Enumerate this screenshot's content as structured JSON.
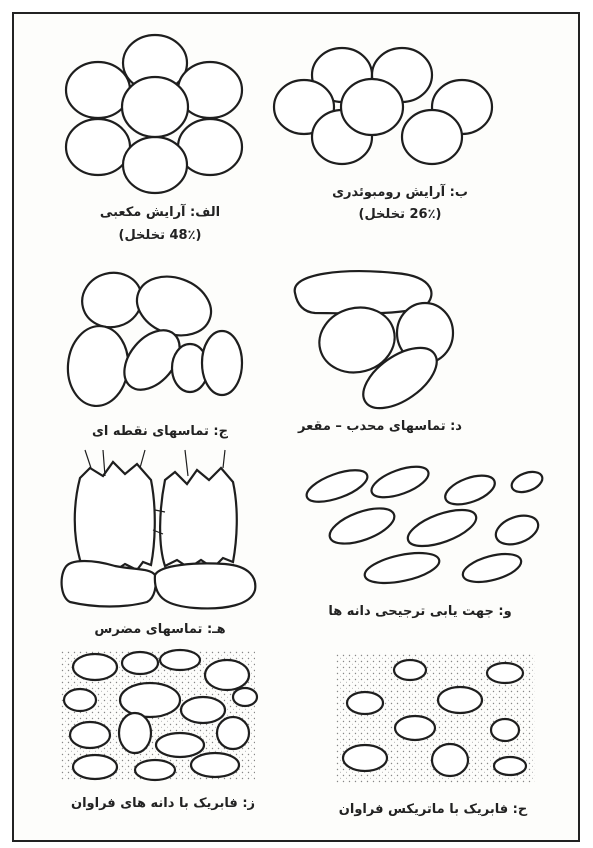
{
  "panels": {
    "alef": {
      "caption_line1": "الف: آرایش مکعبی",
      "caption_line2": "(48٪ تخلخل)"
    },
    "be": {
      "caption_line1": "ب: آرایش رومبوئدری",
      "caption_line2": "(26٪ تخلخل)"
    },
    "jim": {
      "caption": "ج: تماسهای نقطه ای"
    },
    "dal": {
      "caption": "د: تماسهای محدب – مقعر"
    },
    "he": {
      "caption": "هـ: تماسهای مضرس"
    },
    "vav": {
      "caption": "و: جهت یابی ترجیحی دانه ها"
    },
    "ze": {
      "caption": "ز: فابریک با دانه های فراوان"
    },
    "he2": {
      "caption": "ح: فابریک با ماتریکس فراوان"
    }
  }
}
